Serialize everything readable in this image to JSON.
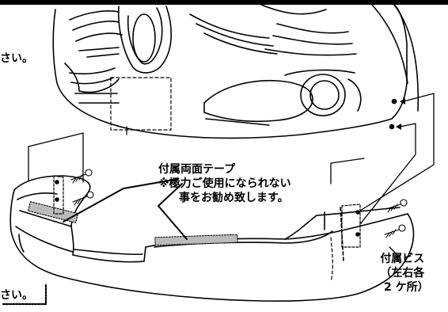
{
  "labels": {
    "tape": {
      "line1": "付属両面テープ",
      "line2": "※極力ご使用になられない",
      "line3": "事をお勧め致します。"
    },
    "fragment_top": "さい。",
    "fragment_bottom": "さい。",
    "screws": {
      "line1": "付属ビス",
      "line2": "（左右各",
      "line3": "2 ケ所）"
    }
  },
  "colors": {
    "ink": "#000000",
    "tape_fill": "#bbbbbb",
    "background": "#ffffff"
  }
}
